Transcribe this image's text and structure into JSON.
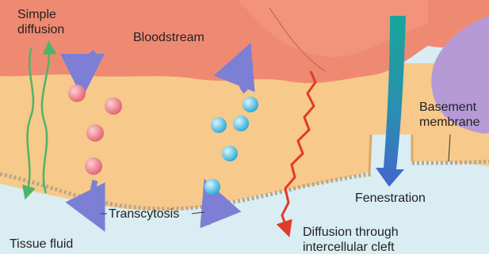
{
  "labels": {
    "simple_diffusion_line1": "Simple",
    "simple_diffusion_line2": "diffusion",
    "bloodstream": "Bloodstream",
    "basement_membrane_line1": "Basement",
    "basement_membrane_line2": "membrane",
    "fenestration": "Fenestration",
    "transcytosis": "Transcytosis",
    "tissue_fluid": "Tissue fluid",
    "diffusion_cleft_line1": "Diffusion through",
    "diffusion_cleft_line2": "intercellular cleft"
  },
  "colors": {
    "bloodstream": "#ef8a72",
    "endothelium": "#f7c98a",
    "tissue_fluid": "#d9edf3",
    "nucleus": "#b59ad6",
    "vesicle_pink": "#ec7d88",
    "vesicle_blue": "#5cc4e0",
    "arrow_purple": "#7c7fd4",
    "arrow_green": "#4fb36a",
    "arrow_red": "#e23a2a",
    "arrow_teal": "#1aa59a"
  }
}
